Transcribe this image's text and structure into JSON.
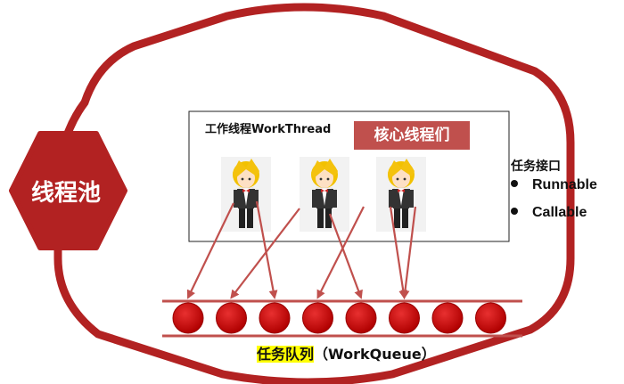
{
  "pool": {
    "label": "线程池"
  },
  "workers": {
    "title": "工作线程WorkThread",
    "core_badge": "核心线程们",
    "count": 3
  },
  "interfaces": {
    "title": "任务接口",
    "items": [
      "Runnable",
      "Callable"
    ]
  },
  "queue": {
    "label_highlight": "任务队列",
    "label_rest": "（WorkQueue）",
    "task_count": 8
  },
  "colors": {
    "accent": "#c0504d",
    "arrow": "#c0504d",
    "task_ball": "#cc0000",
    "highlight": "#ffff00"
  }
}
